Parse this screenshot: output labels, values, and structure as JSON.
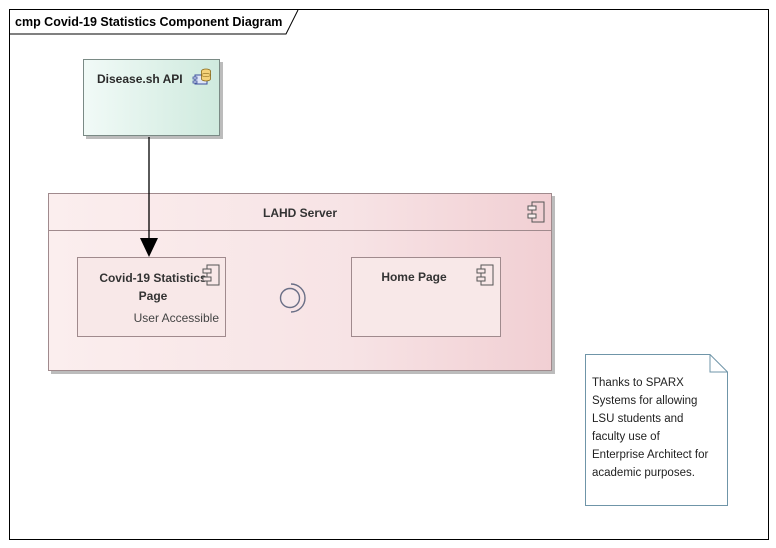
{
  "diagram": {
    "frame_label": "cmp Covid-19 Statistics Component Diagram"
  },
  "api": {
    "title": "Disease.sh API",
    "icon": "database-component-icon"
  },
  "server": {
    "title": "LAHD Server",
    "icon": "component-icon"
  },
  "covid_page": {
    "title_line1": "Covid-19 Statistics",
    "title_line2": "Page",
    "stereotype": "User Accessible",
    "icon": "component-icon"
  },
  "home_page": {
    "title": "Home Page",
    "icon": "component-icon"
  },
  "note": {
    "lines": [
      "Thanks to SPARX",
      "Systems for allowing",
      "LSU students and",
      "faculty use of",
      "Enterprise Architect for",
      "academic purposes."
    ]
  },
  "colors": {
    "api_fill": "#cfeade",
    "server_fill": "#f1cfd3",
    "component_fill": "#f8e8e8",
    "note_border": "#6f95a8",
    "interface_line": "#6a6f86"
  }
}
